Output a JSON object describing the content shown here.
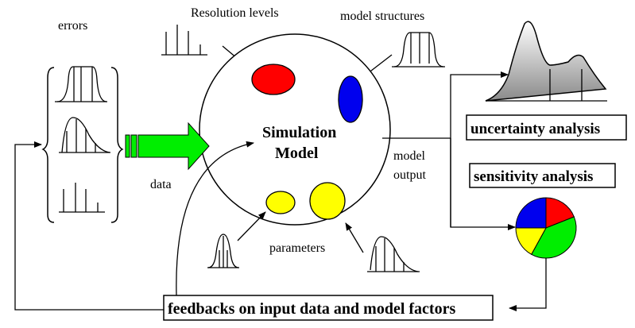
{
  "labels": {
    "errors": "errors",
    "resolution_levels": "Resolution levels",
    "model_structures": "model structures",
    "data": "data",
    "simulation_model_line1": "Simulation",
    "simulation_model_line2": "Model",
    "model_output_line1": "model",
    "model_output_line2": "output",
    "parameters": "parameters",
    "uncertainty_analysis": "uncertainty analysis",
    "sensitivity_analysis": "sensitivity analysis",
    "feedbacks": "feedbacks on input data and model factors"
  },
  "colors": {
    "data_arrow": "#00ee00",
    "resolution_ellipse": "#ff0000",
    "structure_ellipse": "#0000ee",
    "parameter_ellipses": "#ffff00",
    "pie_red": "#ff0000",
    "pie_green": "#00ee00",
    "pie_yellow": "#ffff00",
    "pie_blue": "#0000ee"
  },
  "sensitivity_pie": {
    "slices": [
      {
        "name": "red",
        "fraction": 0.19
      },
      {
        "name": "green",
        "fraction": 0.39
      },
      {
        "name": "yellow",
        "fraction": 0.17
      },
      {
        "name": "blue",
        "fraction": 0.25
      }
    ]
  }
}
